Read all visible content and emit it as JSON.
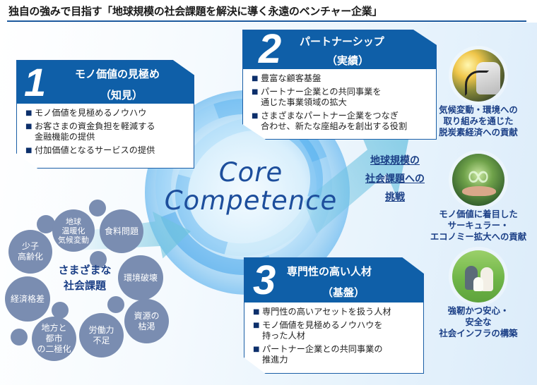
{
  "header": {
    "title": "独自の強みで目指す「地球規模の社会課題を解決に導く永遠のベンチャー企業」"
  },
  "core": {
    "line1": "Core",
    "line2": "Competence"
  },
  "strengths": [
    {
      "number": "1",
      "title": "モノ価値の見極め",
      "subtitle": "（知見）",
      "items": [
        "モノ価値を見極めるノウハウ",
        "お客さまの資金負担を軽減する\n金融機能の提供",
        "付加価値となるサービスの提供"
      ]
    },
    {
      "number": "2",
      "title": "パートナーシップ",
      "subtitle": "（実績）",
      "items": [
        "豊富な顧客基盤",
        "パートナー企業との共同事業を\n通じた事業領域の拡大",
        "さまざまなパートナー企業をつなぎ\n合わせ、新たな座組みを創出する役割"
      ]
    },
    {
      "number": "3",
      "title": "専門性の高い人材",
      "subtitle": "（基盤）",
      "items": [
        "専門性の高いアセットを扱う人材",
        "モノ価値を見極めるノウハウを\n持った人材",
        "パートナー企業との共同事業の\n推進力"
      ]
    }
  ],
  "challenge": {
    "lines": [
      "地球規模の",
      "社会課題への",
      "挑戦"
    ]
  },
  "issues": {
    "label": "さまざまな\n社会課題",
    "bubbles": [
      "少子\n高齢化",
      "地球\n温暖化\n気候変動",
      "食料問題",
      "環境破壊",
      "経済格差",
      "地方と\n都市\nの二極化",
      "労働力\n不足",
      "資源の\n枯渇"
    ]
  },
  "contributions": [
    {
      "image": "ev-charging-photo",
      "text": "気候変動・環境への\n取り組みを通じた\n脱炭素経済への貢献"
    },
    {
      "image": "circular-economy-photo",
      "text": "モノ価値に着目した\nサーキュラー・\nエコノミー拡大への貢献"
    },
    {
      "image": "family-park-photo",
      "text": "強靭かつ安心・\n安全な\n社会インフラの構築"
    }
  ],
  "colors": {
    "primary_blue": "#0f5fa8",
    "text_navy": "#1b3f86",
    "bubble_gray_blue": "#7a8db1",
    "title_rule": "#1d5a9e"
  }
}
